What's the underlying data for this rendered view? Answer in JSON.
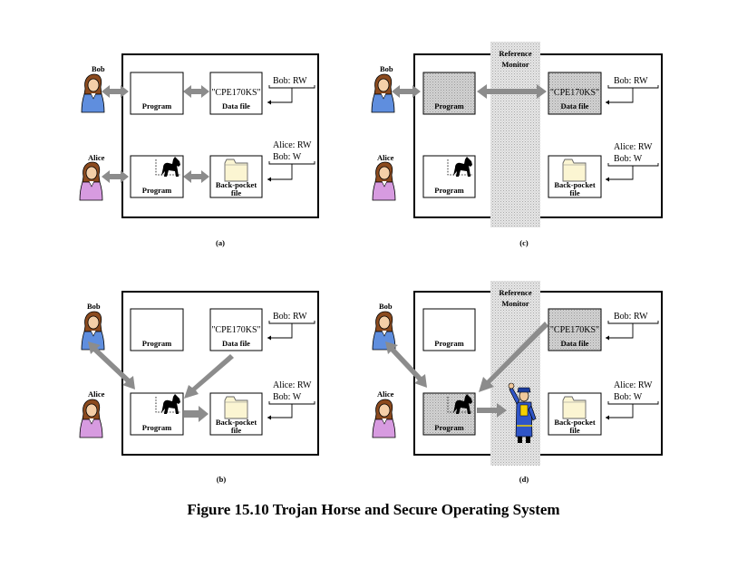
{
  "caption": "Figure 15.10  Trojan Horse and Secure Operating System",
  "panels": {
    "a": {
      "label": "(a)",
      "bob": "Bob",
      "alice": "Alice",
      "program_top": "Program",
      "program_bottom": "Program",
      "data_file_name": "\"CPE170KS\"",
      "data_file_caption": "Data file",
      "back_pocket_line1": "Back-pocket",
      "back_pocket_line2": "file",
      "acl_data": "Bob: RW",
      "acl_back_1": "Alice: RW",
      "acl_back_2": "Bob: W"
    },
    "b": {
      "label": "(b)",
      "bob": "Bob",
      "alice": "Alice",
      "program_top": "Program",
      "program_bottom": "Program",
      "data_file_name": "\"CPE170KS\"",
      "data_file_caption": "Data file",
      "back_pocket_line1": "Back-pocket",
      "back_pocket_line2": "file",
      "acl_data": "Bob: RW",
      "acl_back_1": "Alice: RW",
      "acl_back_2": "Bob: W"
    },
    "c": {
      "label": "(c)",
      "bob": "Bob",
      "alice": "Alice",
      "monitor_1": "Reference",
      "monitor_2": "Monitor",
      "program_top": "Program",
      "program_bottom": "Program",
      "data_file_name": "\"CPE170KS\"",
      "data_file_caption": "Data file",
      "back_pocket_line1": "Back-pocket",
      "back_pocket_line2": "file",
      "acl_data": "Bob: RW",
      "acl_back_1": "Alice: RW",
      "acl_back_2": "Bob: W"
    },
    "d": {
      "label": "(d)",
      "bob": "Bob",
      "alice": "Alice",
      "monitor_1": "Reference",
      "monitor_2": "Monitor",
      "program_top": "Program",
      "program_bottom": "Program",
      "data_file_name": "\"CPE170KS\"",
      "data_file_caption": "Data file",
      "back_pocket_line1": "Back-pocket",
      "back_pocket_line2": "file",
      "acl_data": "Bob: RW",
      "acl_back_1": "Alice: RW",
      "acl_back_2": "Bob: W"
    }
  },
  "colors": {
    "arrow": "#8c8c8c",
    "shaded_box": "#cdcdcd",
    "monitor_band": "#dcdcdc",
    "folder": "#fbf5d2",
    "alice_shirt": "#d79be0",
    "bob_shirt": "#5f8ede"
  },
  "icons": [
    "person-icon",
    "trojan-horse-icon",
    "folder-icon",
    "guard-icon"
  ]
}
